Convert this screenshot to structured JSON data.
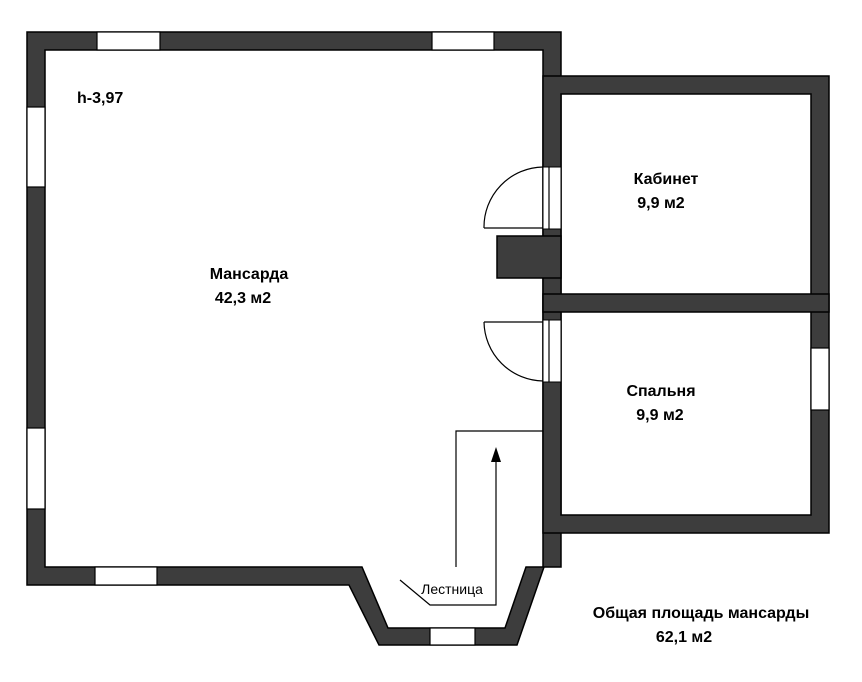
{
  "plan": {
    "height_mark": "h-3,97",
    "rooms": [
      {
        "name": "Мансарда",
        "area": "42,3 м2"
      },
      {
        "name": "Кабинет",
        "area": "9,9 м2"
      },
      {
        "name": "Спальня",
        "area": "9,9 м2"
      }
    ],
    "stairs_label": "Лестница",
    "total_label": "Общая площадь мансарды",
    "total_area": "62,1 м2"
  },
  "colors": {
    "wall": "#3d3d3d",
    "outline": "#000000",
    "background": "#ffffff"
  }
}
